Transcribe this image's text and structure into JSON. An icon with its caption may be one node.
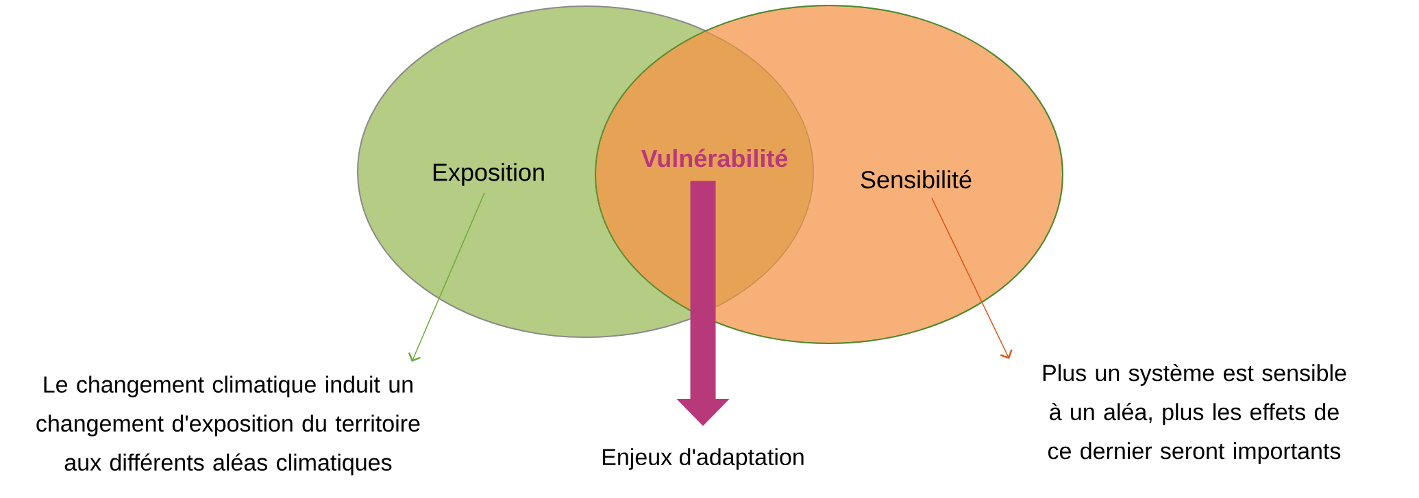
{
  "diagram": {
    "nodes": [
      {
        "text": [
          "Exposition"
        ]
      },
      {
        "text": [
          "Sensibilité"
        ]
      },
      {
        "text": [
          "Vulnérabilité"
        ]
      },
      {
        "text": [
          "Le changement climatique induit un changement d'exposition du territoire aux différents aléas climatiques"
        ]
      },
      {
        "text": [
          "Enjeux d'adaptation"
        ]
      },
      {
        "text": [
          "Plus un système est sensible à un aléa, plus les effets de ce dernier seront importants"
        ]
      }
    ],
    "edges": [
      {
        "from": 0,
        "to": 3,
        "arrow": "to",
        "color": "#6aaa3a"
      },
      {
        "from": 2,
        "to": 4,
        "arrow": "to",
        "style": "thick",
        "color": "#b8397a"
      },
      {
        "from": 1,
        "to": 5,
        "arrow": "to",
        "color": "#e0551a"
      }
    ]
  }
}
